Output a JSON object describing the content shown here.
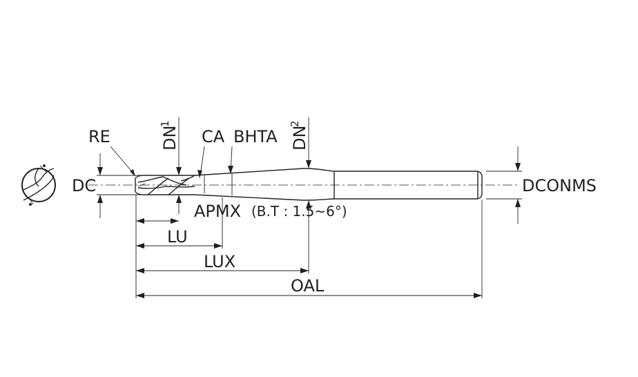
{
  "labels": {
    "re": "RE",
    "dn1": "DN",
    "dn1_sub": "1",
    "ca": "CA",
    "bhta": "BHTA",
    "dn2": "DN",
    "dn2_sub": "2",
    "dc": "DC",
    "dconms": "DCONMS",
    "apmx": "APMX",
    "apmx_note": "(B.T : 1.5~6°)",
    "lu": "LU",
    "lux": "LUX",
    "oal": "OAL"
  }
}
